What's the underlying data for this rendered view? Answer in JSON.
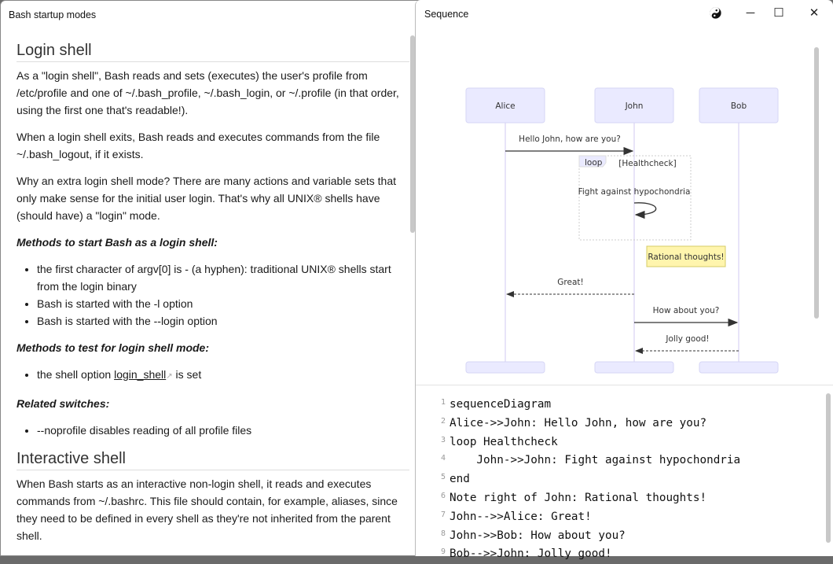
{
  "left_window": {
    "title": "Bash startup modes",
    "sections": [
      {
        "heading": "Login shell",
        "paragraphs": [
          "As a \"login shell\", Bash reads and sets (executes) the user's profile from /etc/profile and one of ~/.bash_profile, ~/.bash_login, or ~/.profile (in that order, using the first one that's readable!).",
          "When a login shell exits, Bash reads and executes commands from the file ~/.bash_logout, if it exists.",
          "Why an extra login shell mode? There are many actions and variable sets that only make sense for the initial user login. That's why all UNIX® shells have (should have) a \"login\" mode."
        ],
        "start_heading": "Methods to start Bash as a login shell:",
        "start_items": [
          "the first character of argv[0] is - (a hyphen): traditional UNIX® shells start from the login binary",
          "Bash is started with the -l option",
          "Bash is started with the --login option"
        ],
        "test_heading": "Methods to test for login shell mode:",
        "test_item_prefix": "the shell option ",
        "test_item_link": "login_shell",
        "test_item_suffix": " is set",
        "related_heading": "Related switches:",
        "related_items": [
          "--noprofile disables reading of all profile files"
        ]
      },
      {
        "heading": "Interactive shell",
        "paragraph": "When Bash starts as an interactive non-login shell, it reads and executes commands from ~/.bashrc. This file should contain, for example, aliases, since they need to be defined in every shell as they're not inherited from the parent shell."
      }
    ]
  },
  "right_window": {
    "title": "Sequence",
    "controls": {
      "theme_icon": "yin-yang-icon",
      "minimize": "─",
      "maximize": "☐",
      "close": "✕"
    },
    "diagram": {
      "actors": [
        "Alice",
        "John",
        "Bob"
      ],
      "messages": [
        {
          "from": "Alice",
          "to": "John",
          "text": "Hello John, how are you?",
          "style": "solid"
        },
        {
          "from": "John",
          "to": "John",
          "text": "Fight against hypochondria",
          "style": "solid"
        },
        {
          "from": "John",
          "to": "Alice",
          "text": "Great!",
          "style": "dashed"
        },
        {
          "from": "John",
          "to": "Bob",
          "text": "How about you?",
          "style": "solid"
        },
        {
          "from": "Bob",
          "to": "John",
          "text": "Jolly good!",
          "style": "dashed"
        }
      ],
      "loop": {
        "label": "loop",
        "condition": "[Healthcheck]"
      },
      "note": "Rational thoughts!",
      "colors": {
        "actor_fill": "#eaeaff",
        "actor_border": "#d6d6f5",
        "lifeline": "#d0c8f0",
        "note_fill": "#fff5ad",
        "note_border": "#d6cc66"
      }
    },
    "code_lines": [
      "sequenceDiagram",
      "Alice->>John: Hello John, how are you?",
      "loop Healthcheck",
      "    John->>John: Fight against hypochondria",
      "end",
      "Note right of John: Rational thoughts!",
      "John-->>Alice: Great!",
      "John->>Bob: How about you?",
      "Bob-->>John: Jolly good!"
    ],
    "line_numbers": [
      "1",
      "2",
      "3",
      "4",
      "5",
      "6",
      "7",
      "8",
      "9"
    ]
  }
}
